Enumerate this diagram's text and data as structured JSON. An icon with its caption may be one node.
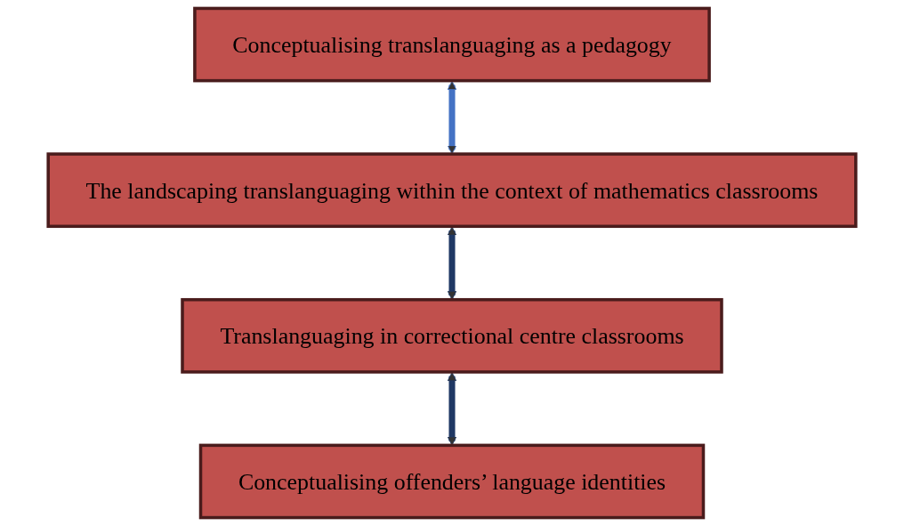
{
  "diagram": {
    "nodes": [
      {
        "text": [
          "Conceptualising translanguaging as a pedagogy"
        ]
      },
      {
        "text": [
          "The landscaping translanguaging within the context of mathematics classrooms"
        ]
      },
      {
        "text": [
          "Translanguaging in correctional centre classrooms"
        ]
      },
      {
        "text": [
          "Conceptualising offenders’ language identities"
        ]
      }
    ],
    "edges": [
      {
        "from": 0,
        "to": 1,
        "arrow": "both",
        "color": "#4472c4"
      },
      {
        "from": 1,
        "to": 2,
        "arrow": "both"
      },
      {
        "from": 2,
        "to": 3,
        "arrow": "both"
      }
    ]
  }
}
